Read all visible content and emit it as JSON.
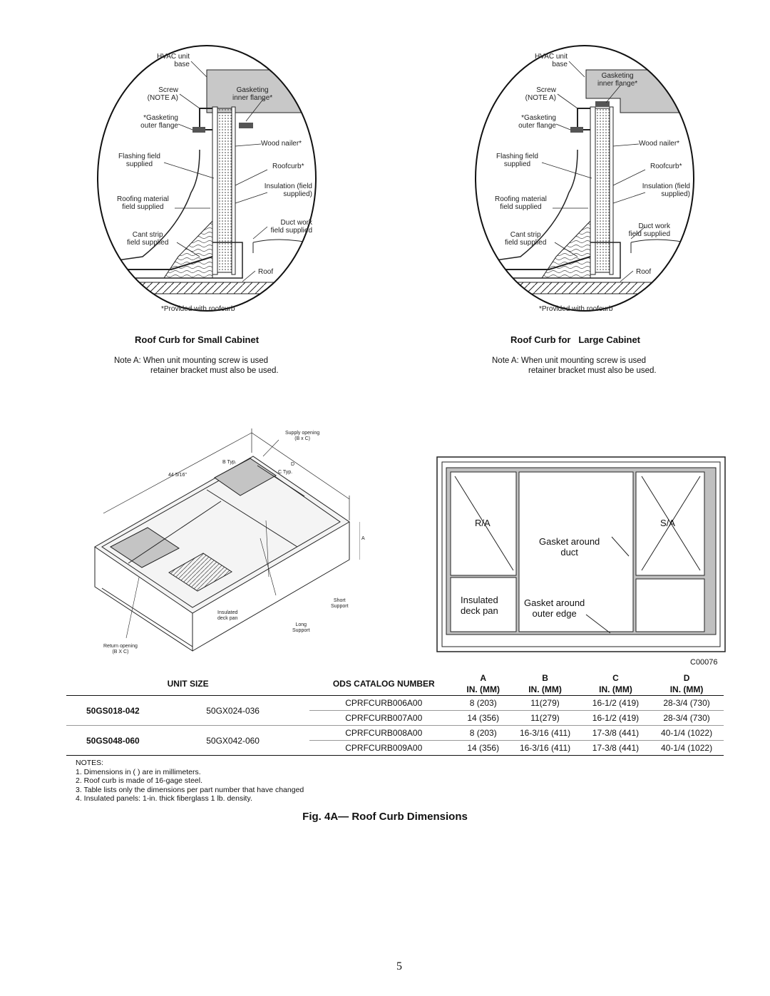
{
  "detail_small": {
    "labels": {
      "hvac_base": "HVAC unit\nbase",
      "screw": "Screw\n(NOTE A)",
      "gasketing_inner": "Gasketing\ninner flange*",
      "gasketing_outer": "*Gasketing\nouter flange",
      "wood_nailer": "Wood nailer*",
      "flashing": "Flashing field\nsupplied",
      "roofcurb": "Roofcurb*",
      "insulation": "Insulation (field\nsupplied)",
      "roofing": "Roofing material\nfield supplied",
      "ductwork": "Duct work\nfield supplied",
      "cant": "Cant strip\nfield supplied",
      "roof": "Roof",
      "provided": "*Provided with roofcurb"
    },
    "title": "Roof Curb for Small Cabinet",
    "note_line1": "Note A: When unit mounting screw is used",
    "note_line2": "retainer bracket must also be used."
  },
  "detail_large": {
    "labels": {
      "hvac_base": "HVAC unit\nbase",
      "screw": "Screw\n(NOTE A)",
      "gasketing_inner": "Gasketing\ninner flange*",
      "gasketing_outer": "*Gasketing\nouter flange",
      "wood_nailer": "Wood nailer*",
      "flashing": "Flashing field\nsupplied",
      "roofcurb": "Roofcurb*",
      "insulation": "Insulation (field\nsupplied)",
      "roofing": "Roofing material\nfield supplied",
      "ductwork": "Duct work\nfield supplied",
      "cant": "Cant strip\nfield supplied",
      "roof": "Roof",
      "provided": "*Provided with roofcurb"
    },
    "title": "Roof Curb for   Large Cabinet",
    "note_line1": "Note A: When unit mounting screw is used",
    "note_line2": "retainer bracket must also be used."
  },
  "iso": {
    "supply_opening": "Supply opening\n(B x C)",
    "b_typ": "B Typ.",
    "d": "D",
    "c_typ": "C Typ.",
    "dim_44": "44 5/16\"",
    "a": "A",
    "short_support": "Short\nSupport",
    "insulated_deck": "Insulated\ndeck pan",
    "long_support": "Long\nSupport",
    "return_opening": "Return opening\n(B X C)"
  },
  "plan": {
    "ra": "R/A",
    "sa": "S/A",
    "gasket_duct": "Gasket around\nduct",
    "insulated_deck": "Insulated\ndeck pan",
    "gasket_edge": "Gasket around\nouter edge"
  },
  "code": "C00076",
  "table": {
    "headers": {
      "unit_size": "UNIT SIZE",
      "ods": "ODS CATALOG NUMBER",
      "a": "A",
      "b": "B",
      "c": "C",
      "d": "D",
      "units": "IN. (MM)"
    },
    "groups": [
      {
        "unit": "50GS018-042",
        "alt": "50GX024-036",
        "rows": [
          {
            "cat": "CPRFCURB006A00",
            "a": "8 (203)",
            "b": "11(279)",
            "c": "16-1/2 (419)",
            "d": "28-3/4 (730)"
          },
          {
            "cat": "CPRFCURB007A00",
            "a": "14 (356)",
            "b": "11(279)",
            "c": "16-1/2 (419)",
            "d": "28-3/4 (730)"
          }
        ]
      },
      {
        "unit": "50GS048-060",
        "alt": "50GX042-060",
        "rows": [
          {
            "cat": "CPRFCURB008A00",
            "a": "8 (203)",
            "b": "16-3/16 (411)",
            "c": "17-3/8 (441)",
            "d": "40-1/4 (1022)"
          },
          {
            "cat": "CPRFCURB009A00",
            "a": "14 (356)",
            "b": "16-3/16 (411)",
            "c": "17-3/8 (441)",
            "d": "40-1/4 (1022)"
          }
        ]
      }
    ]
  },
  "notes": {
    "heading": "NOTES:",
    "items": [
      "1. Dimensions in ( ) are in millimeters.",
      "2. Roof curb is made of 16-gage steel.",
      "3. Table lists only the dimensions per part number that have changed",
      "4. Insulated panels: 1-in. thick fiberglass 1 lb. density."
    ]
  },
  "figure_caption": "Fig. 4A— Roof Curb Dimensions",
  "page_number": "5"
}
